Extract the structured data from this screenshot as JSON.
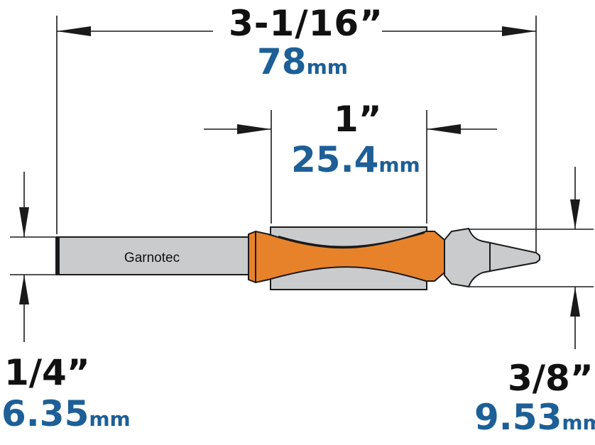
{
  "brand": "Garnotec",
  "colors": {
    "line": "#1a1a1a",
    "imperial_text": "#111111",
    "metric_text": "#1d5f96",
    "body_orange": "#e8822a",
    "steel_gray": "#c9cbcd"
  },
  "dimensions": {
    "overall_length": {
      "imperial": "3-1/16”",
      "metric_value": "78",
      "metric_unit": "mm"
    },
    "cutting_length": {
      "imperial": "1”",
      "metric_value": "25.4",
      "metric_unit": "mm"
    },
    "shank_diameter": {
      "imperial": "1/4”",
      "metric_value": "6.35",
      "metric_unit": "mm"
    },
    "bearing_diameter": {
      "imperial": "3/8”",
      "metric_value": "9.53",
      "metric_unit": "mm"
    }
  }
}
